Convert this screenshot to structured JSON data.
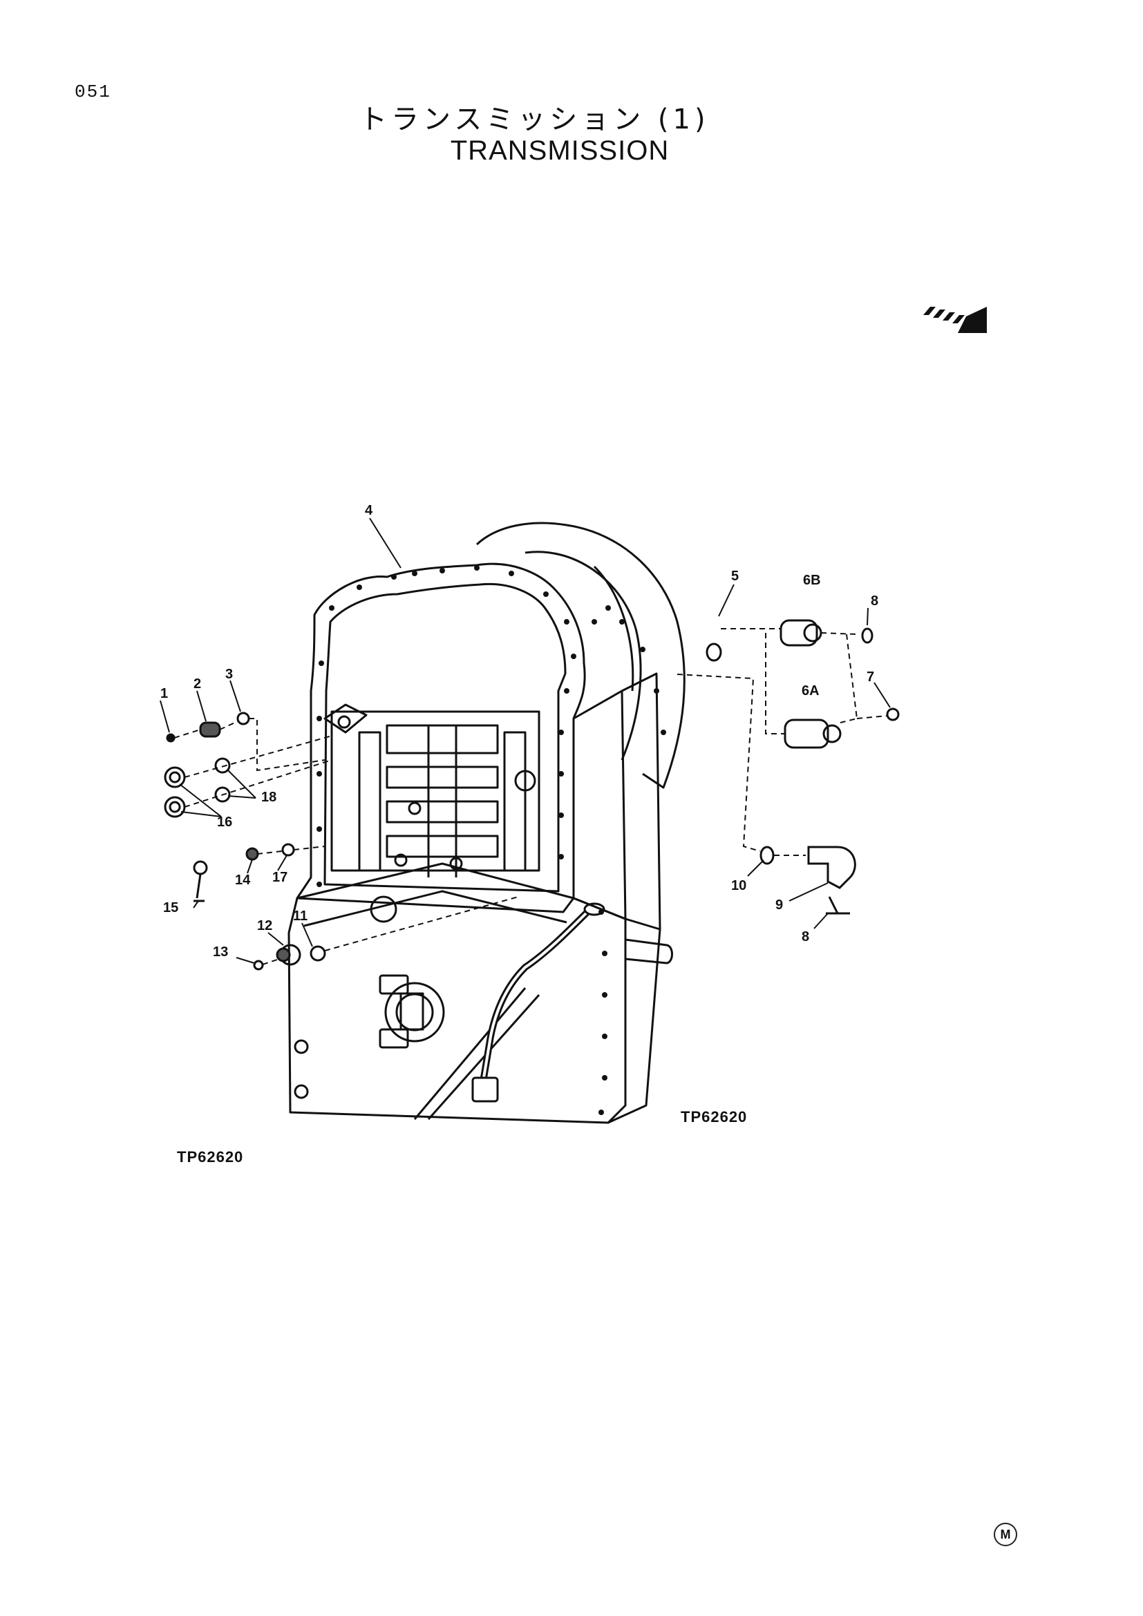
{
  "header": {
    "page_number": "051",
    "title_ja": "トランスミッション (1)",
    "title_en": "TRANSMISSION"
  },
  "figure": {
    "code_right": "TP62620",
    "code_left": "TP62620",
    "view_arrow_icon": "front-direction-arrow-icon",
    "callouts": [
      "1",
      "2",
      "3",
      "4",
      "5",
      "6B",
      "8",
      "7",
      "6A",
      "18",
      "16",
      "14",
      "17",
      "15",
      "11",
      "12",
      "13",
      "10",
      "9",
      "8"
    ]
  },
  "footer": {
    "model_mark": "M"
  }
}
